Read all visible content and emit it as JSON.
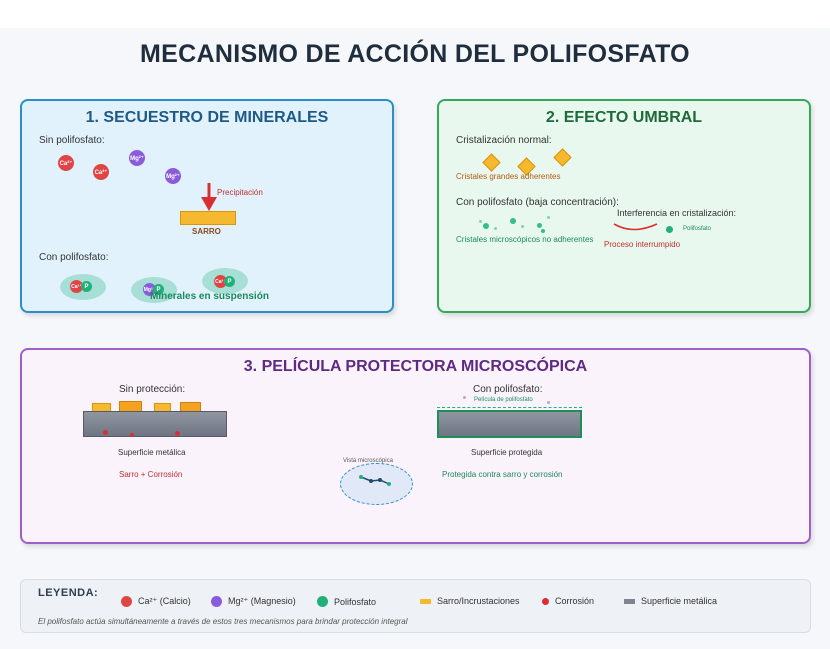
{
  "title": "MECANISMO DE ACCIÓN DEL POLIFOSFATO",
  "colors": {
    "calcio": "#e04545",
    "magnesio": "#8a5cdc",
    "polifosfato": "#22b07a",
    "sarro": "#f5b82e",
    "corrosion": "#d83030",
    "superficie": "#7d8592"
  },
  "panel1": {
    "title": "1. SECUESTRO DE MINERALES",
    "without_label": "Sin polifosfato:",
    "ions": [
      "Ca²⁺",
      "Ca²⁺",
      "Mg²⁺",
      "Mg²⁺"
    ],
    "precipitation_label": "Precipitación",
    "scale_label": "SARRO",
    "with_label": "Con polifosfato:",
    "complex_ions": [
      "Ca²⁺",
      "Mg²⁺",
      "Ca²⁺"
    ],
    "complex_poly": "P",
    "suspension_label": "Minerales en suspensión"
  },
  "panel2": {
    "title": "2. EFECTO UMBRAL",
    "normal_label": "Cristalización normal:",
    "large_crystals_label": "Cristales grandes adherentes",
    "with_label": "Con polifosfato (baja concentración):",
    "interference_label": "Interferencia en cristalización:",
    "micro_crystals_label": "Cristales microscópicos no adherentes",
    "poly_label": "Polifosfato",
    "interrupted_label": "Proceso interrumpido"
  },
  "panel3": {
    "title": "3. PELÍCULA PROTECTORA MICROSCÓPICA",
    "without_label": "Sin protección:",
    "metal_surface_label": "Superficie metálica",
    "scale_corrosion_label": "Sarro + Corrosión",
    "with_label": "Con polifosfato:",
    "film_label": "Película de polifosfato",
    "protected_surface_label": "Superficie protegida",
    "protected_label": "Protegida contra sarro y corrosión",
    "micro_view_label": "Vista microscópica"
  },
  "legend": {
    "title": "LEYENDA:",
    "items": [
      {
        "label": "Ca²⁺ (Calcio)"
      },
      {
        "label": "Mg²⁺ (Magnesio)"
      },
      {
        "label": "Polifosfato"
      },
      {
        "label": "Sarro/Incrustaciones"
      },
      {
        "label": "Corrosión"
      },
      {
        "label": "Superficie metálica"
      }
    ],
    "note": "El polifosfato actúa simultáneamente a través de estos tres mecanismos para brindar protección integral"
  }
}
